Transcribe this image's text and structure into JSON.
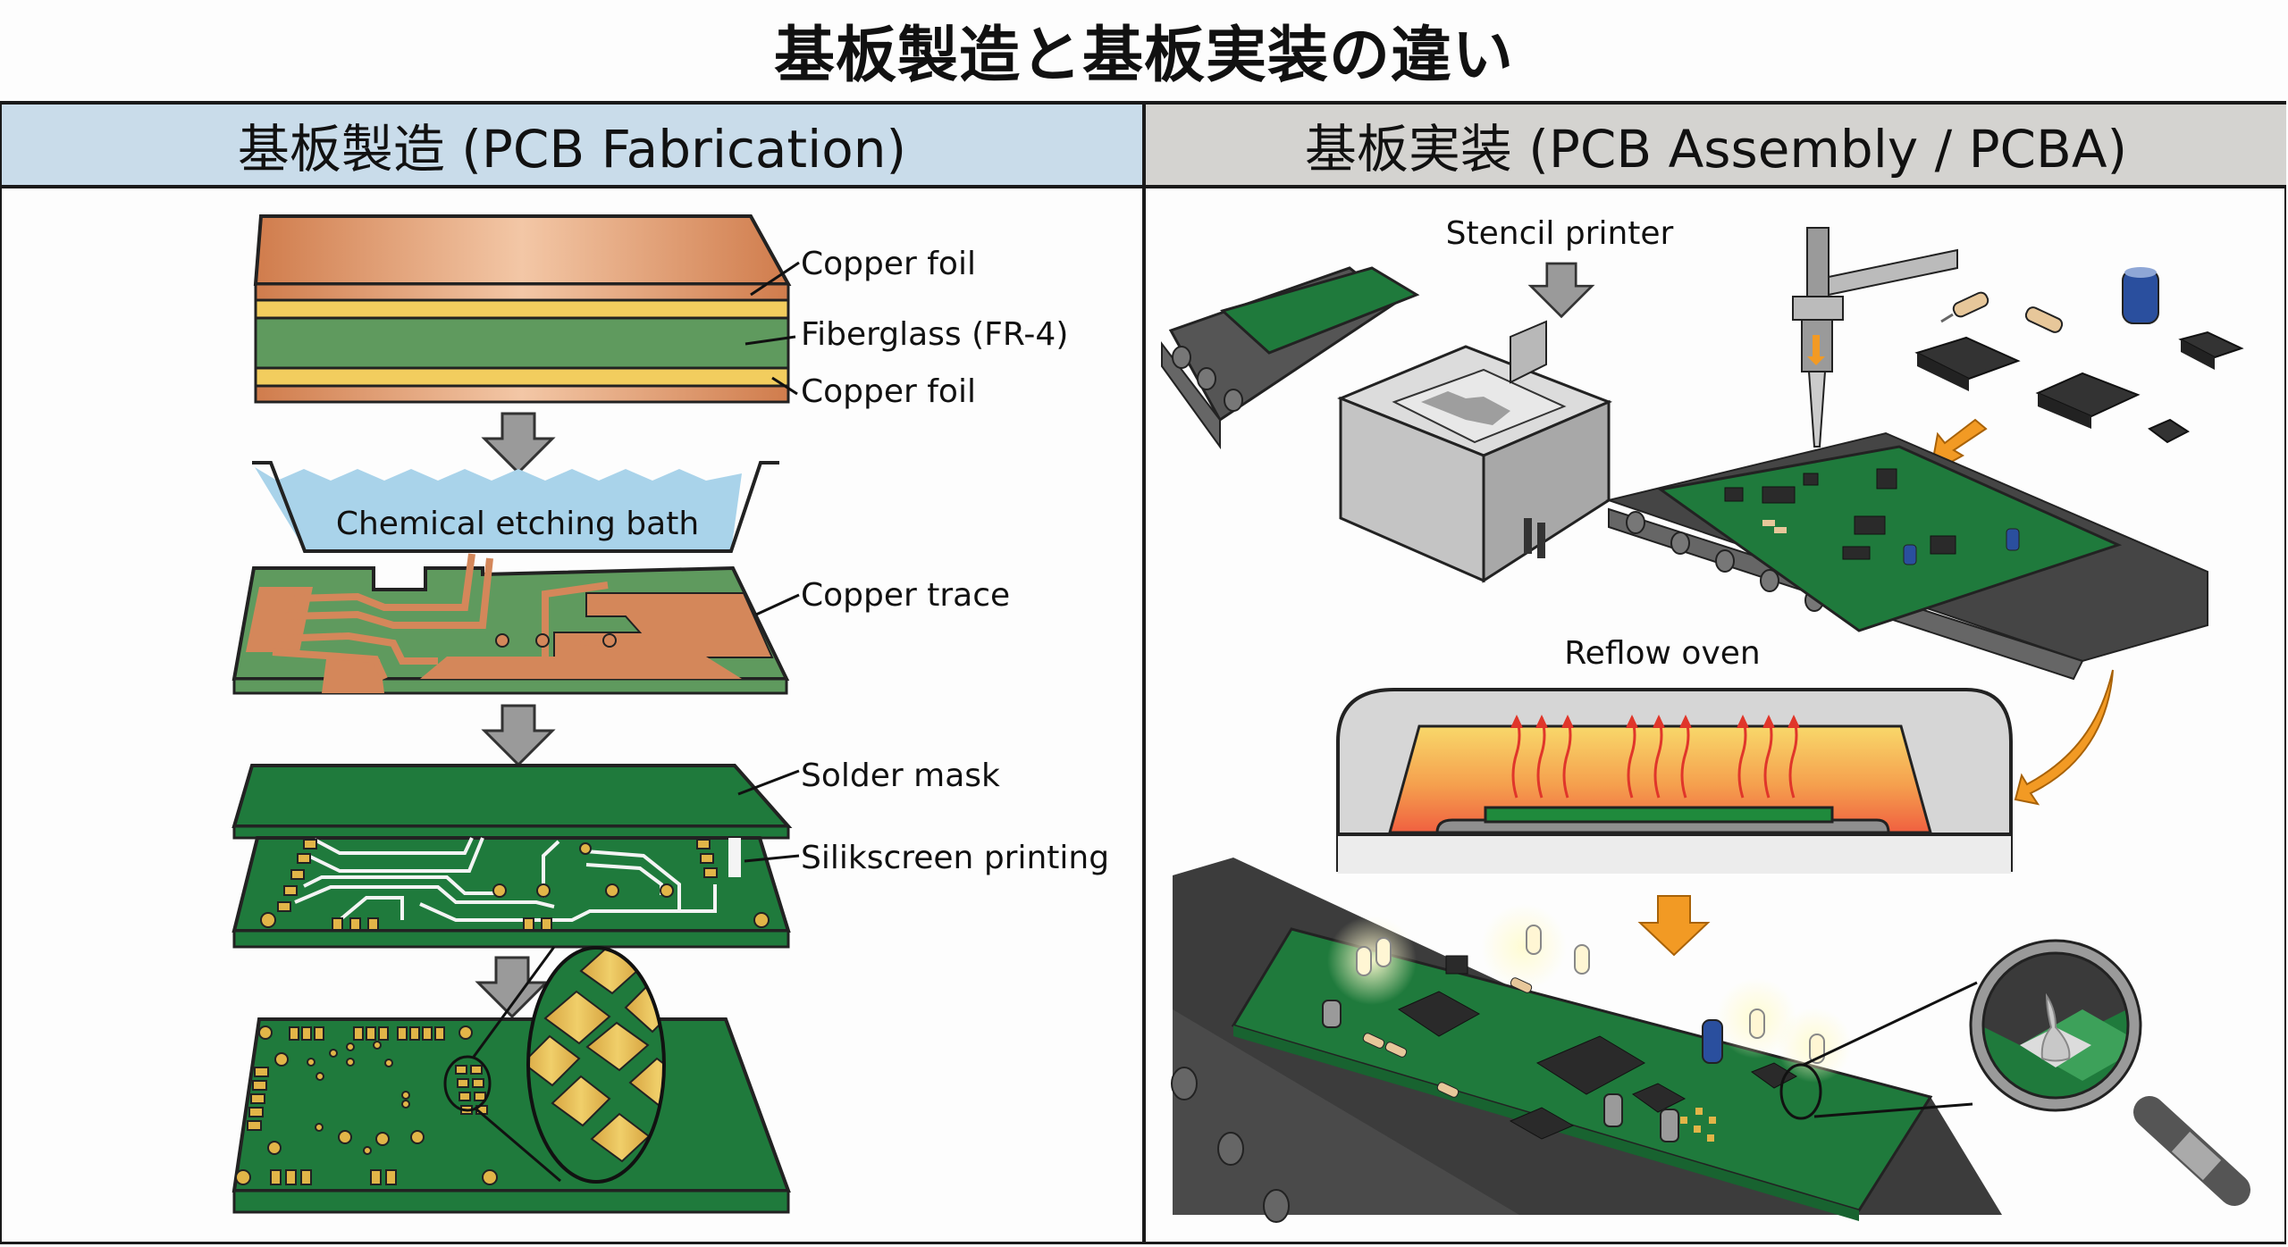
{
  "title": "基板製造と基板実装の違い",
  "panels": {
    "fabrication": {
      "header": "基板製造 (PCB Fabrication)",
      "header_bg": "#c9dcea",
      "labels": {
        "copper_foil_top": "Copper foil",
        "fiberglass": "Fiberglass (FR-4)",
        "copper_foil_bottom": "Copper foil",
        "etching_bath": "Chemical etching bath",
        "copper_trace": "Copper trace",
        "solder_mask": "Solder mask",
        "silkscreen": "Silikscreen printing"
      }
    },
    "assembly": {
      "header": "基板実装 (PCB Assembly / PCBA)",
      "header_bg": "#d4d3d0",
      "labels": {
        "stencil_printer": "Stencil printer",
        "reflow_oven": "Reflow oven"
      }
    }
  },
  "colors": {
    "copper": "#d4875a",
    "copper_light": "#f2c3a2",
    "fr4_yellow": "#f2cd5e",
    "fr4_green": "#5f9a5e",
    "pcb_green": "#1f7a3c",
    "gold_pad": "#e2b548",
    "water": "#a9d3ea",
    "arrow_gray": "#9a9a9a",
    "arrow_orange": "#f29a24",
    "conveyor": "#4a4a4a",
    "machine_gray": "#cfcfcf"
  }
}
